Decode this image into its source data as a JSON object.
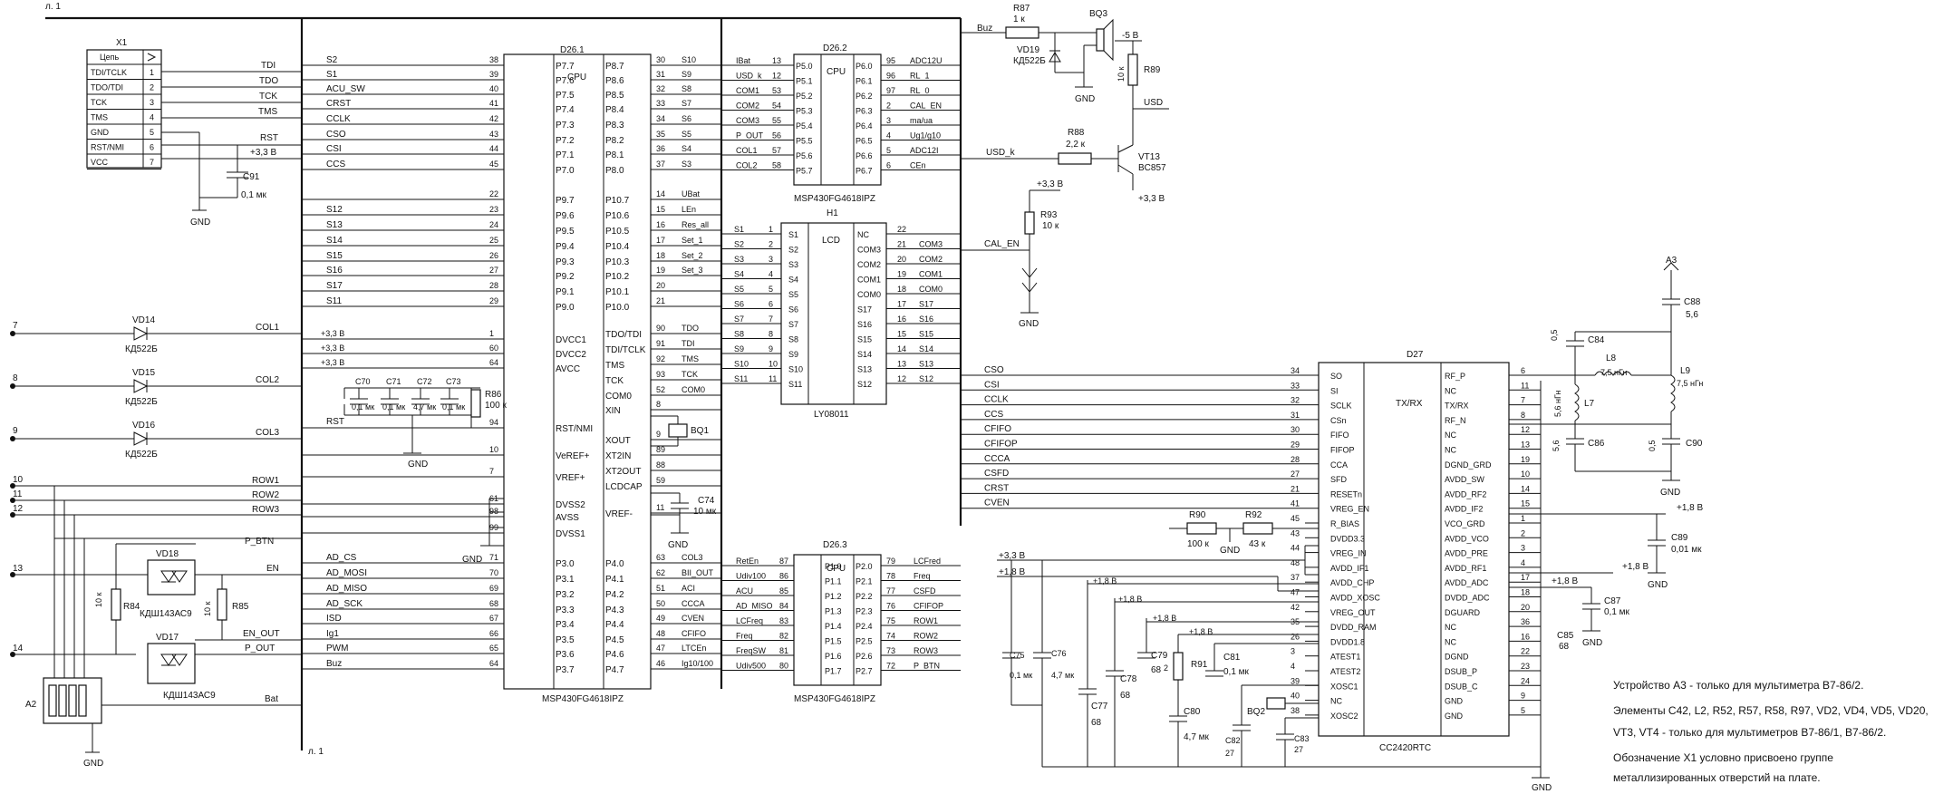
{
  "sheet": {
    "top": "л. 1",
    "bottom": "л. 1"
  },
  "connector": {
    "ref": "X1",
    "header": "Цепь",
    "rows": [
      {
        "name": "TDI/TCLK",
        "pin": "1"
      },
      {
        "name": "TDO/TDI",
        "pin": "2"
      },
      {
        "name": "TCK",
        "pin": "3"
      },
      {
        "name": "TMS",
        "pin": "4"
      },
      {
        "name": "GND",
        "pin": "5"
      },
      {
        "name": "RST/NMI",
        "pin": "6"
      },
      {
        "name": "VCC",
        "pin": "7"
      }
    ],
    "nets": [
      "TDI",
      "TDO",
      "TCK",
      "TMS",
      "RST",
      "+3,3 В"
    ],
    "cap": {
      "ref": "C91",
      "val": "0,1 мк"
    },
    "gnd": "GND"
  },
  "diodes": [
    {
      "wire": "7",
      "ref": "VD14",
      "type": "КД522Б",
      "net": "COL1"
    },
    {
      "wire": "8",
      "ref": "VD15",
      "type": "КД522Б",
      "net": "COL2"
    },
    {
      "wire": "9",
      "ref": "VD16",
      "type": "КД522Б",
      "net": "COL3"
    }
  ],
  "rows_in": [
    {
      "wire": "10",
      "net": "ROW1"
    },
    {
      "wire": "11",
      "net": "ROW2"
    },
    {
      "wire": "12",
      "net": "ROW3"
    }
  ],
  "left_misc": {
    "pbtn": "P_BTN",
    "w13": "13",
    "en": "EN",
    "w14": "14",
    "en_out": "EN_OUT",
    "p_out": "P_OUT",
    "bat": "Bat",
    "vd18": "VD18",
    "vd17": "VD17",
    "opto": "КДШ143АС9",
    "r84": "R84",
    "r84v": "10 к",
    "r85": "R85",
    "r85v": "10 к",
    "a2": "A2",
    "gnd": "GND"
  },
  "d261": {
    "ref": "D26.1",
    "cpu": "CPU",
    "part": "MSP430FG4618IPZ",
    "left": [
      {
        "pin": "38",
        "name": "P7.7",
        "net": "S2"
      },
      {
        "pin": "39",
        "name": "P7.6",
        "net": "S1"
      },
      {
        "pin": "40",
        "name": "P7.5",
        "net": "ACU_SW"
      },
      {
        "pin": "41",
        "name": "P7.4",
        "net": "CRST"
      },
      {
        "pin": "42",
        "name": "P7.3",
        "net": "CCLK"
      },
      {
        "pin": "43",
        "name": "P7.2",
        "net": "CSO"
      },
      {
        "pin": "44",
        "name": "P7.1",
        "net": "CSI"
      },
      {
        "pin": "45",
        "name": "P7.0",
        "net": "CCS"
      },
      {
        "pin": "22",
        "name": "P9.7",
        "net": ""
      },
      {
        "pin": "23",
        "name": "P9.6",
        "net": "S12"
      },
      {
        "pin": "24",
        "name": "P9.5",
        "net": "S13"
      },
      {
        "pin": "25",
        "name": "P9.4",
        "net": "S14"
      },
      {
        "pin": "26",
        "name": "P9.3",
        "net": "S15"
      },
      {
        "pin": "27",
        "name": "P9.2",
        "net": "S16"
      },
      {
        "pin": "28",
        "name": "P9.1",
        "net": "S17"
      },
      {
        "pin": "29",
        "name": "P9.0",
        "net": "S11"
      },
      {
        "pin": "1",
        "name": "DVCC1",
        "net": "+3,3 В"
      },
      {
        "pin": "60",
        "name": "DVCC2",
        "net": "+3,3 В"
      },
      {
        "pin": "64",
        "name": "AVCC",
        "net": "+3,3 В"
      },
      {
        "pin": "94",
        "name": "RST/NMI",
        "net": "RST"
      },
      {
        "pin": "10",
        "name": "VeREF+",
        "net": ""
      },
      {
        "pin": "7",
        "name": "VREF+",
        "net": ""
      },
      {
        "pin": "61",
        "name": "DVSS2",
        "net": ""
      },
      {
        "pin": "98",
        "name": "AVSS",
        "net": ""
      },
      {
        "pin": "99",
        "name": "DVSS1",
        "net": ""
      },
      {
        "pin": "71",
        "name": "P3.0",
        "net": "AD_CS"
      },
      {
        "pin": "70",
        "name": "P3.1",
        "net": "AD_MOSI"
      },
      {
        "pin": "69",
        "name": "P3.2",
        "net": "AD_MISO"
      },
      {
        "pin": "68",
        "name": "P3.3",
        "net": "AD_SCK"
      },
      {
        "pin": "67",
        "name": "P3.4",
        "net": "ISD"
      },
      {
        "pin": "66",
        "name": "P3.5",
        "net": "Ig1"
      },
      {
        "pin": "65",
        "name": "P3.6",
        "net": "PWM"
      },
      {
        "pin": "64",
        "name": "P3.7",
        "net": "Buz"
      }
    ],
    "right": [
      {
        "pin": "30",
        "name": "P8.7",
        "net": "S10"
      },
      {
        "pin": "31",
        "name": "P8.6",
        "net": "S9"
      },
      {
        "pin": "32",
        "name": "P8.5",
        "net": "S8"
      },
      {
        "pin": "33",
        "name": "P8.4",
        "net": "S7"
      },
      {
        "pin": "34",
        "name": "P8.3",
        "net": "S6"
      },
      {
        "pin": "35",
        "name": "P8.2",
        "net": "S5"
      },
      {
        "pin": "36",
        "name": "P8.1",
        "net": "S4"
      },
      {
        "pin": "37",
        "name": "P8.0",
        "net": "S3"
      },
      {
        "pin": "14",
        "name": "P10.7",
        "net": "UBat"
      },
      {
        "pin": "15",
        "name": "P10.6",
        "net": "LEn"
      },
      {
        "pin": "16",
        "name": "P10.5",
        "net": "Res_all"
      },
      {
        "pin": "17",
        "name": "P10.4",
        "net": "Set_1"
      },
      {
        "pin": "18",
        "name": "P10.3",
        "net": "Set_2"
      },
      {
        "pin": "19",
        "name": "P10.2",
        "net": "Set_3"
      },
      {
        "pin": "20",
        "name": "P10.1",
        "net": ""
      },
      {
        "pin": "21",
        "name": "P10.0",
        "net": ""
      },
      {
        "pin": "90",
        "name": "TDO/TDI",
        "net": "TDO"
      },
      {
        "pin": "91",
        "name": "TDI/TCLK",
        "net": "TDI"
      },
      {
        "pin": "92",
        "name": "TMS",
        "net": "TMS"
      },
      {
        "pin": "93",
        "name": "TCK",
        "net": "TCK"
      },
      {
        "pin": "52",
        "name": "COM0",
        "net": "COM0"
      },
      {
        "pin": "8",
        "name": "XIN",
        "net": ""
      },
      {
        "pin": "9",
        "name": "XOUT",
        "net": ""
      },
      {
        "pin": "89",
        "name": "XT2IN",
        "net": ""
      },
      {
        "pin": "88",
        "name": "XT2OUT",
        "net": ""
      },
      {
        "pin": "59",
        "name": "LCDCAP",
        "net": ""
      },
      {
        "pin": "11",
        "name": "VREF-",
        "net": ""
      },
      {
        "pin": "63",
        "name": "P4.0",
        "net": "COL3"
      },
      {
        "pin": "62",
        "name": "P4.1",
        "net": "BII_OUT"
      },
      {
        "pin": "51",
        "name": "P4.2",
        "net": "ACI"
      },
      {
        "pin": "50",
        "name": "P4.3",
        "net": "CCCA"
      },
      {
        "pin": "49",
        "name": "P4.4",
        "net": "CVEN"
      },
      {
        "pin": "48",
        "name": "P4.5",
        "net": "CFIFO"
      },
      {
        "pin": "47",
        "name": "P4.6",
        "net": "LTCEn"
      },
      {
        "pin": "46",
        "name": "P4.7",
        "net": "Ig10/100"
      }
    ],
    "caps": [
      "C70",
      "C71",
      "C72",
      "C73"
    ],
    "capv": [
      "0,1 мк",
      "0,1 мк",
      "4,7 мк",
      "0,1 мк"
    ],
    "r86": "R86",
    "r86v": "100 к",
    "bq1": "BQ1",
    "c74": "C74",
    "c74v": "10 мк",
    "gnd": "GND"
  },
  "d262": {
    "ref": "D26.2",
    "cpu": "CPU",
    "part": "MSP430FG4618IPZ",
    "left": [
      {
        "pin": "13",
        "name": "P5.0",
        "net": "IBat"
      },
      {
        "pin": "12",
        "name": "P5.1",
        "net": "USD_k"
      },
      {
        "pin": "53",
        "name": "P5.2",
        "net": "COM1"
      },
      {
        "pin": "54",
        "name": "P5.3",
        "net": "COM2"
      },
      {
        "pin": "55",
        "name": "P5.4",
        "net": "COM3"
      },
      {
        "pin": "56",
        "name": "P5.5",
        "net": "P_OUT"
      },
      {
        "pin": "57",
        "name": "P5.6",
        "net": "COL1"
      },
      {
        "pin": "58",
        "name": "P5.7",
        "net": "COL2"
      }
    ],
    "right": [
      {
        "pin": "95",
        "name": "P6.0",
        "net": "ADC12U"
      },
      {
        "pin": "96",
        "name": "P6.1",
        "net": "RL_1"
      },
      {
        "pin": "97",
        "name": "P6.2",
        "net": "RL_0"
      },
      {
        "pin": "2",
        "name": "P6.3",
        "net": "CAL_EN"
      },
      {
        "pin": "3",
        "name": "P6.4",
        "net": "ma/ua"
      },
      {
        "pin": "4",
        "name": "P6.5",
        "net": "Ug1/g10"
      },
      {
        "pin": "5",
        "name": "P6.6",
        "net": "ADC12I"
      },
      {
        "pin": "6",
        "name": "P6.7",
        "net": "CEn"
      }
    ]
  },
  "lcd": {
    "ref": "H1",
    "title": "LCD",
    "part": "LY08011",
    "left": [
      {
        "net": "S1",
        "pin": "1",
        "name": "S1"
      },
      {
        "net": "S2",
        "pin": "2",
        "name": "S2"
      },
      {
        "net": "S3",
        "pin": "3",
        "name": "S3"
      },
      {
        "net": "S4",
        "pin": "4",
        "name": "S4"
      },
      {
        "net": "S5",
        "pin": "5",
        "name": "S5"
      },
      {
        "net": "S6",
        "pin": "6",
        "name": "S6"
      },
      {
        "net": "S7",
        "pin": "7",
        "name": "S7"
      },
      {
        "net": "S8",
        "pin": "8",
        "name": "S8"
      },
      {
        "net": "S9",
        "pin": "9",
        "name": "S9"
      },
      {
        "net": "S10",
        "pin": "10",
        "name": "S10"
      },
      {
        "net": "S11",
        "pin": "11",
        "name": "S11"
      }
    ],
    "right": [
      {
        "name": "NC",
        "pin": "22",
        "net": ""
      },
      {
        "name": "COM3",
        "pin": "21",
        "net": "COM3"
      },
      {
        "name": "COM2",
        "pin": "20",
        "net": "COM2"
      },
      {
        "name": "COM1",
        "pin": "19",
        "net": "COM1"
      },
      {
        "name": "COM0",
        "pin": "18",
        "net": "COM0"
      },
      {
        "name": "S17",
        "pin": "17",
        "net": "S17"
      },
      {
        "name": "S16",
        "pin": "16",
        "net": "S16"
      },
      {
        "name": "S15",
        "pin": "15",
        "net": "S15"
      },
      {
        "name": "S14",
        "pin": "14",
        "net": "S14"
      },
      {
        "name": "S13",
        "pin": "13",
        "net": "S13"
      },
      {
        "name": "S12",
        "pin": "12",
        "net": "S12"
      }
    ]
  },
  "d263": {
    "ref": "D26.3",
    "cpu": "CPU",
    "part": "MSP430FG4618IPZ",
    "left": [
      {
        "pin": "87",
        "name": "P1.0",
        "net": "RetEn"
      },
      {
        "pin": "86",
        "name": "P1.1",
        "net": "Udiv100"
      },
      {
        "pin": "85",
        "name": "P1.2",
        "net": "ACU"
      },
      {
        "pin": "84",
        "name": "P1.3",
        "net": "AD_MISO"
      },
      {
        "pin": "83",
        "name": "P1.4",
        "net": "LCFreq"
      },
      {
        "pin": "82",
        "name": "P1.5",
        "net": "Freq"
      },
      {
        "pin": "81",
        "name": "P1.6",
        "net": "FreqSW"
      },
      {
        "pin": "80",
        "name": "P1.7",
        "net": "Udiv500"
      }
    ],
    "right": [
      {
        "pin": "79",
        "name": "P2.0",
        "net": "LCFred"
      },
      {
        "pin": "78",
        "name": "P2.1",
        "net": "Freq"
      },
      {
        "pin": "77",
        "name": "P2.2",
        "net": "CSFD"
      },
      {
        "pin": "76",
        "name": "P2.3",
        "net": "CFIFOP"
      },
      {
        "pin": "75",
        "name": "P2.4",
        "net": "ROW1"
      },
      {
        "pin": "74",
        "name": "P2.5",
        "net": "ROW2"
      },
      {
        "pin": "73",
        "name": "P2.6",
        "net": "ROW3"
      },
      {
        "pin": "72",
        "name": "P2.7",
        "net": "P_BTN"
      }
    ]
  },
  "buzzer": {
    "net": "Buz",
    "r87": "R87",
    "r87v": "1 к",
    "vd19": "VD19",
    "vd19t": "КД522Б",
    "bq3": "BQ3",
    "minus5": "-5 В",
    "r89": "R89",
    "r89v": "10 к",
    "gnd": "GND",
    "usd": "USD",
    "usdk": "USD_k",
    "r88": "R88",
    "r88v": "2,2 к",
    "vt13": "VT13",
    "vt13t": "BC857",
    "p33": "+3,3 В"
  },
  "cal": {
    "p33": "+3,3 В",
    "r93": "R93",
    "r93v": "10 к",
    "net": "CAL_EN",
    "gnd": "GND"
  },
  "d27": {
    "ref": "D27",
    "title": "TX/RX",
    "part": "CC2420RTC",
    "left": [
      {
        "net": "CSO",
        "name": "SO",
        "pin": "34"
      },
      {
        "net": "CSI",
        "name": "SI",
        "pin": "33"
      },
      {
        "net": "CCLK",
        "name": "SCLK",
        "pin": "32"
      },
      {
        "net": "CCS",
        "name": "CSn",
        "pin": "31"
      },
      {
        "net": "CFIFO",
        "name": "FIFO",
        "pin": "30"
      },
      {
        "net": "CFIFOP",
        "name": "FIFOP",
        "pin": "29"
      },
      {
        "net": "CCCA",
        "name": "CCA",
        "pin": "28"
      },
      {
        "net": "CSFD",
        "name": "SFD",
        "pin": "27"
      },
      {
        "net": "CRST",
        "name": "RESETn",
        "pin": "21"
      },
      {
        "net": "CVEN",
        "name": "VREG_EN",
        "pin": "41"
      },
      {
        "net": "",
        "name": "R_BIAS",
        "pin": "45"
      },
      {
        "net": "",
        "name": "DVDD3.3",
        "pin": "43"
      },
      {
        "net": "",
        "name": "VREG_IN",
        "pin": "44"
      },
      {
        "net": "",
        "name": "AVDD_IF1",
        "pin": "48"
      },
      {
        "net": "",
        "name": "AVDD_CHP",
        "pin": "37"
      },
      {
        "net": "",
        "name": "AVDD_XOSC",
        "pin": "47"
      },
      {
        "net": "",
        "name": "VREG_OUT",
        "pin": "42"
      },
      {
        "net": "",
        "name": "DVDD_RAM",
        "pin": "35"
      },
      {
        "net": "",
        "name": "DVDD1.8",
        "pin": "26"
      },
      {
        "net": "",
        "name": "ATEST1",
        "pin": "3"
      },
      {
        "net": "",
        "name": "ATEST2",
        "pin": "4"
      },
      {
        "net": "",
        "name": "XOSC1",
        "pin": "39"
      },
      {
        "net": "",
        "name": "NC",
        "pin": "40"
      },
      {
        "net": "",
        "name": "XOSC2",
        "pin": "38"
      }
    ],
    "right": [
      {
        "name": "RF_P",
        "pin": "6"
      },
      {
        "name": "NC",
        "pin": "11"
      },
      {
        "name": "TX/RX",
        "pin": "7"
      },
      {
        "name": "RF_N",
        "pin": "8"
      },
      {
        "name": "NC",
        "pin": "12"
      },
      {
        "name": "NC",
        "pin": "13"
      },
      {
        "name": "DGND_GRD",
        "pin": "19"
      },
      {
        "name": "AVDD_SW",
        "pin": "10"
      },
      {
        "name": "AVDD_RF2",
        "pin": "14"
      },
      {
        "name": "AVDD_IF2",
        "pin": "15"
      },
      {
        "name": "VCO_GRD",
        "pin": "1"
      },
      {
        "name": "AVDD_VCO",
        "pin": "2"
      },
      {
        "name": "AVDD_PRE",
        "pin": "3"
      },
      {
        "name": "AVDD_RF1",
        "pin": "4"
      },
      {
        "name": "AVDD_ADC",
        "pin": "17"
      },
      {
        "name": "DVDD_ADC",
        "pin": "18"
      },
      {
        "name": "DGUARD",
        "pin": "20"
      },
      {
        "name": "NC",
        "pin": "36"
      },
      {
        "name": "NC",
        "pin": "16"
      },
      {
        "name": "DGND",
        "pin": "22"
      },
      {
        "name": "DSUB_P",
        "pin": "23"
      },
      {
        "name": "DSUB_C",
        "pin": "24"
      },
      {
        "name": "GND",
        "pin": "9"
      },
      {
        "name": "GND",
        "pin": "5"
      }
    ],
    "r90": "R90",
    "r90v": "100 к",
    "r92": "R92",
    "r92v": "43 к",
    "gnd": "GND",
    "p33": "+3,3 В",
    "p18": "+1,8 В",
    "c75": "C75",
    "c75v": "0,1 мк",
    "c76": "C76",
    "c76v": "4,7 мк",
    "c77": "C77",
    "c77v": "68",
    "c78": "C78",
    "c78v": "68",
    "c79": "C79",
    "c79v": "68",
    "r91": "R91",
    "r91v": "2",
    "c81": "C81",
    "c81v": "0,1 мк",
    "c80": "C80",
    "c80v": "4,7 мк",
    "c82": "C82",
    "c82v": "27",
    "c83": "C83",
    "c83v": "27",
    "bq2": "BQ2",
    "c85": "C85",
    "c85v": "68",
    "c87": "C87",
    "c87v": "0,1 мк",
    "c89": "C89",
    "c89v": "0,01 мк"
  },
  "rf": {
    "a3": "A3",
    "c88": "C88",
    "c88v": "5,6",
    "c84": "C84",
    "c84v": "0,5",
    "l8": "L8",
    "l8v": "7,5 нГн",
    "l7": "L7",
    "l7v": "5,6 нГн",
    "l9": "L9",
    "l9v": "7,5 нГн",
    "c86": "C86",
    "c86v": "5,6",
    "c90": "C90",
    "c90v": "0,5",
    "gnd": "GND"
  },
  "notes": [
    "Устройство A3 - только для мультиметра B7-86/2.",
    "Элементы  C42, L2, R52, R57, R58, R97, VD2, VD4, VD5, VD20,",
    "VT3, VT4 - только для мультиметров B7-86/1, B7-86/2.",
    "Обозначение X1 условно присвоено группе",
    "металлизированных отверстий на плате."
  ]
}
